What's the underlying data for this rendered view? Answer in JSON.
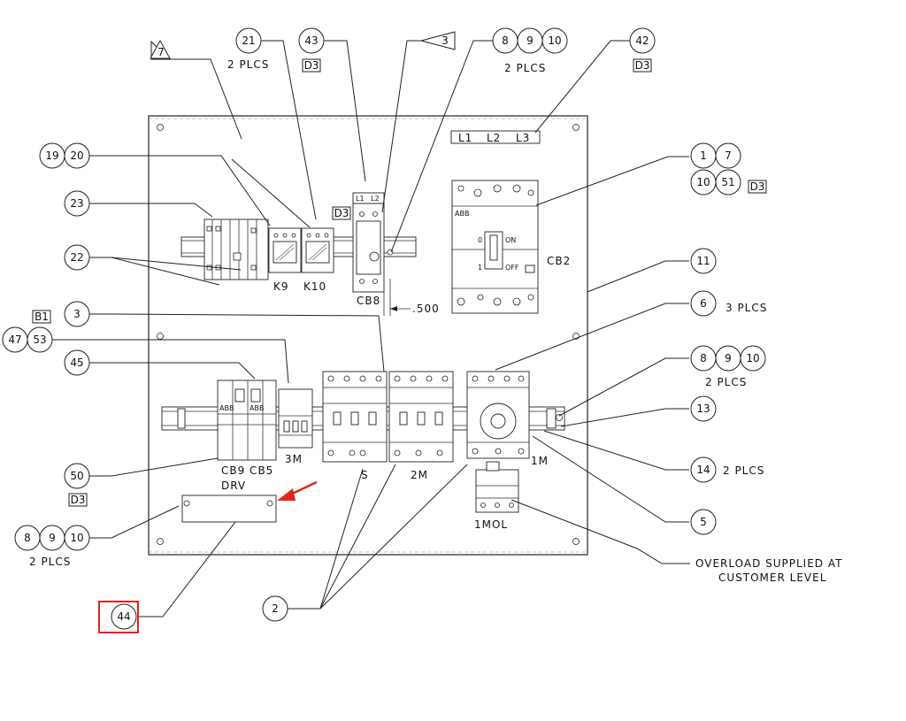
{
  "drawing": {
    "bubbles": {
      "b21": "21",
      "b43": "43",
      "b8a": "8",
      "b9a": "9",
      "b10a": "10",
      "b42": "42",
      "b19": "19",
      "b20": "20",
      "b1": "1",
      "b7": "7",
      "b10b": "10",
      "b51": "51",
      "b23": "23",
      "b22": "22",
      "b11": "11",
      "b3": "3",
      "b6": "6",
      "b47": "47",
      "b53": "53",
      "b45": "45",
      "b8b": "8",
      "b9b": "9",
      "b10c": "10",
      "b13": "13",
      "b50": "50",
      "b14": "14",
      "b8c": "8",
      "b9c": "9",
      "b10d": "10",
      "b5": "5",
      "b44": "44",
      "b2": "2"
    },
    "triangles": {
      "t7": "7",
      "t3": "3"
    },
    "revision_tags": {
      "d3a": "D3",
      "d3b": "D3",
      "d3c": "D3",
      "d3d": "D3",
      "d3e": "D3",
      "b1tag": "B1"
    },
    "notes": {
      "plcs_21": "2 PLCS",
      "plcs_8910_top": "2 PLCS",
      "plcs_6": "3 PLCS",
      "plcs_8910_right": "2 PLCS",
      "plcs_14": "2 PLCS",
      "plcs_8910_left": "2 PLCS",
      "dim_500": ".500",
      "overload_line1": "OVERLOAD SUPPLIED AT",
      "overload_line2": "CUSTOMER LEVEL"
    },
    "component_labels": {
      "l1l2l3": [
        "L1",
        "L2",
        "L3"
      ],
      "cb8_terms": [
        "L1",
        "L2"
      ],
      "k9": "K9",
      "k10": "K10",
      "cb8": "CB8",
      "cb2": "CB2",
      "abb_cb2": "ABB",
      "on": "ON",
      "off": "OFF",
      "zero": "0",
      "one": "1",
      "cb9cb5": "CB9 CB5",
      "m3": "3M",
      "s": "S",
      "m2": "2M",
      "m1": "1M",
      "mol1": "1MOL",
      "drv": "DRV",
      "abb_small_a": "ABB",
      "abb_small_b": "ABB"
    },
    "colors": {
      "highlight": "#e0241b",
      "line": "#222222"
    }
  }
}
